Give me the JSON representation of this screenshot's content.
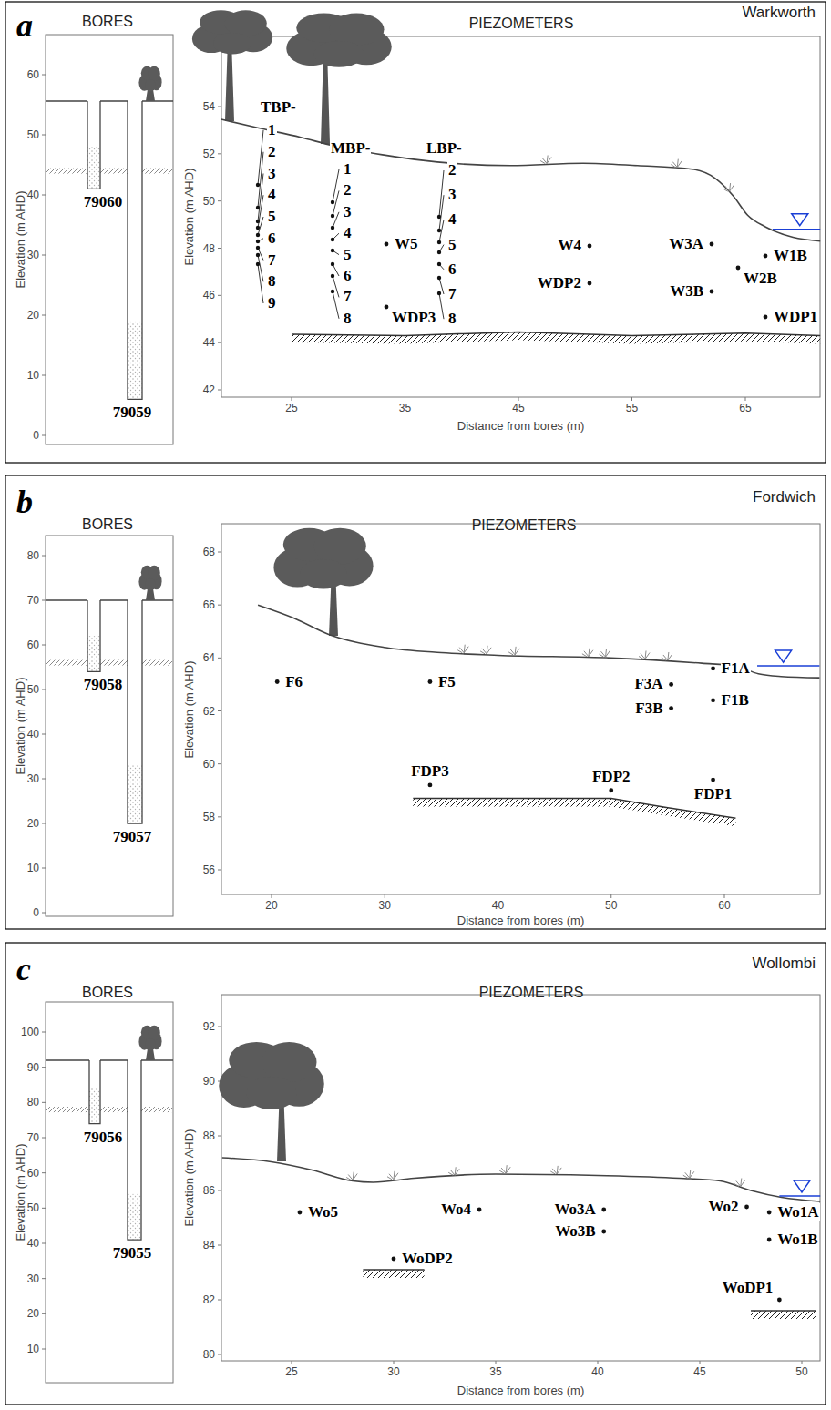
{
  "diagram": {
    "labels": [
      "a",
      "BORES",
      "PIEZOMETERS",
      "Warkworth",
      "Elevation (m AHD)",
      "0",
      "10",
      "20",
      "30",
      "40",
      "50",
      "60",
      "79060",
      "79059",
      "Elevation (m AHD)",
      "42",
      "44",
      "46",
      "48",
      "50",
      "52",
      "54",
      "25",
      "35",
      "45",
      "55",
      "65",
      "Distance from bores (m)",
      "TBP-",
      "1",
      "2",
      "3",
      "4",
      "5",
      "6",
      "7",
      "8",
      "9",
      "MBP-",
      "1",
      "2",
      "3",
      "4",
      "5",
      "6",
      "7",
      "8",
      "LBP-",
      "2",
      "3",
      "4",
      "5",
      "6",
      "7",
      "8",
      "W5",
      "WDP3",
      "W4",
      "WDP2",
      "W3A",
      "W3B",
      "W2B",
      "W1B",
      "WDP1",
      "b",
      "BORES",
      "PIEZOMETERS",
      "Fordwich",
      "Elevation (m AHD)",
      "0",
      "10",
      "20",
      "30",
      "40",
      "50",
      "60",
      "70",
      "80",
      "79058",
      "79057",
      "Elevation (m AHD)",
      "56",
      "58",
      "60",
      "62",
      "64",
      "66",
      "68",
      "20",
      "30",
      "40",
      "50",
      "60",
      "Distance from bores (m)",
      "F6",
      "F5",
      "F3A",
      "F3B",
      "F1A",
      "F1B",
      "FDP3",
      "FDP2",
      "FDP1",
      "c",
      "BORES",
      "PIEZOMETERS",
      "Wollombi",
      "Elevation (m AHD)",
      "10",
      "20",
      "30",
      "40",
      "50",
      "60",
      "70",
      "80",
      "90",
      "100",
      "79056",
      "79055",
      "Elevation (m AHD)",
      "80",
      "82",
      "84",
      "86",
      "88",
      "90",
      "92",
      "25",
      "30",
      "35",
      "40",
      "45",
      "50",
      "Distance from bores (m)",
      "Wo5",
      "Wo4",
      "Wo3A",
      "Wo3B",
      "Wo2",
      "Wo1A",
      "Wo1B",
      "WoDP2",
      "WoDP1"
    ]
  }
}
